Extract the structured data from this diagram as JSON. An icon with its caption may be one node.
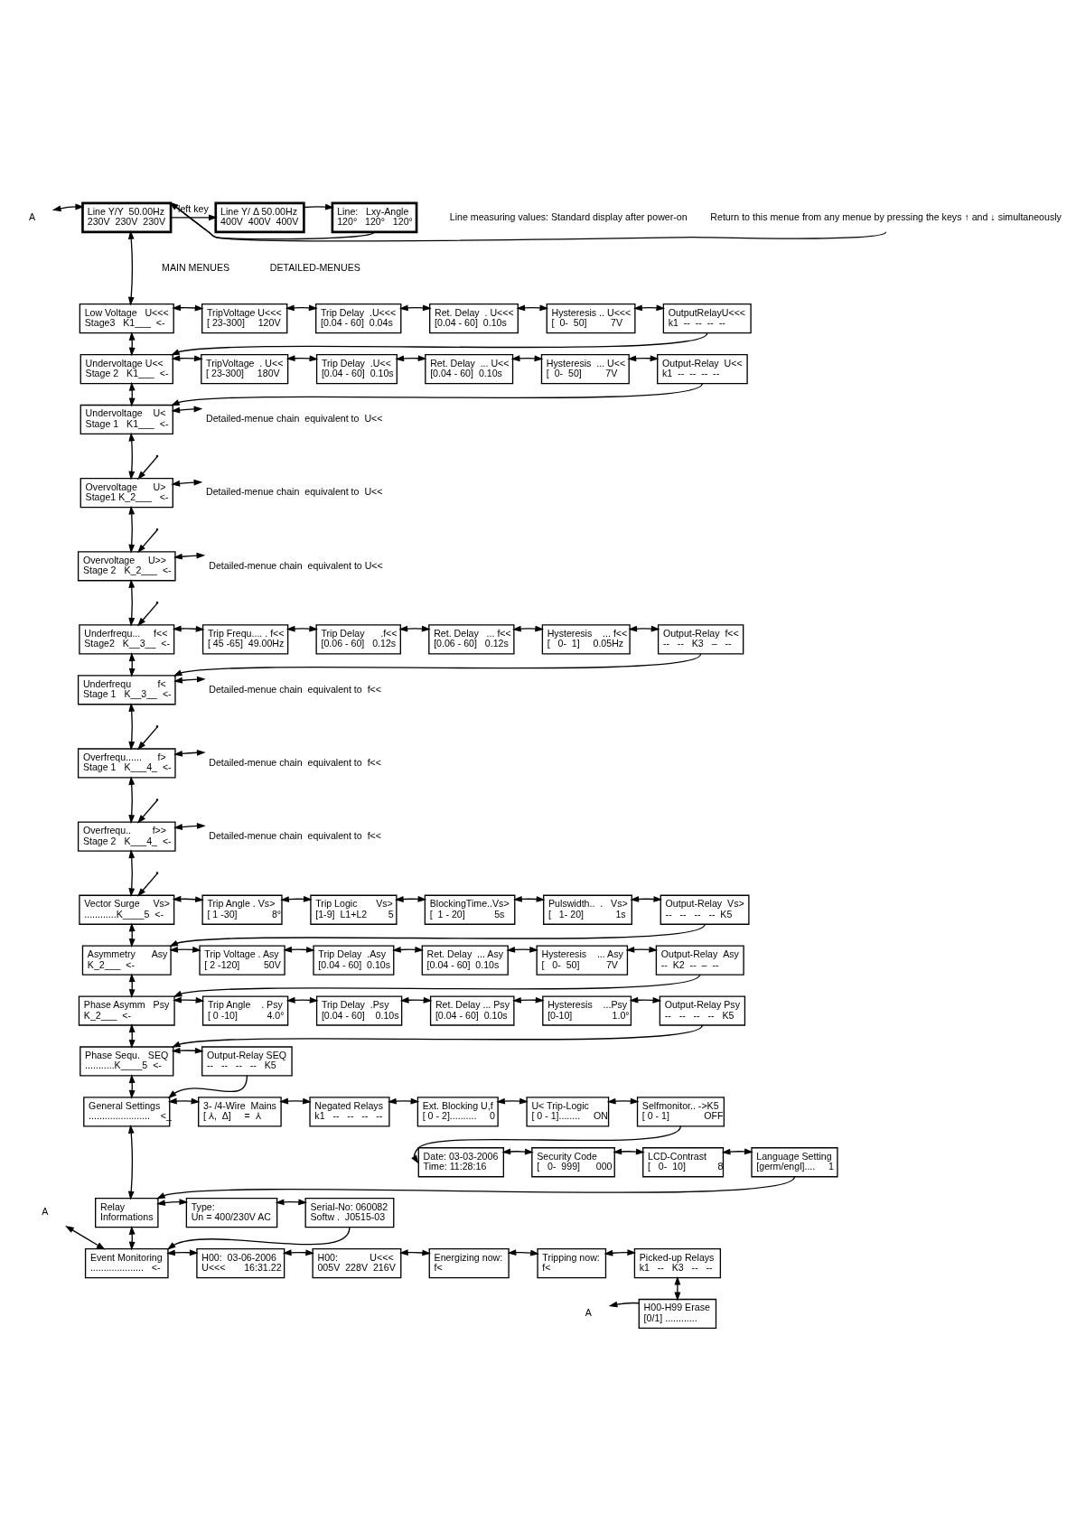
{
  "diagram": {
    "nodes": [
      {
        "text": [
          "A"
        ]
      },
      {
        "text": [
          "Return to this menue from any menue by pressing the keys ↑ and ↓ simultaneously"
        ]
      },
      {
        "text": [
          "Line Y/Y  50.00Hz",
          "230V  230V  230V"
        ]
      },
      {
        "text": [
          "Line Y/ Δ 50.00Hz",
          "400V  400V  400V"
        ]
      },
      {
        "text": [
          "Line:   Lxy-Angle",
          "120°   120°   120°"
        ]
      },
      {
        "text": [
          "Low Voltage   U<<<",
          "Stage3   K1___  <-"
        ]
      },
      {
        "text": [
          "TripVoltage U<<<",
          "[ 23-300]     120V"
        ]
      },
      {
        "text": [
          "Trip Delay  .U<<<",
          "[0.04 - 60]  0.04s"
        ]
      },
      {
        "text": [
          "Ret. Delay  . U<<<",
          "[0.04 - 60]  0.10s"
        ]
      },
      {
        "text": [
          "Hysteresis .. U<<<",
          "[  0-  50]         7V"
        ]
      },
      {
        "text": [
          "OutputRelayU<<<",
          "k1  --  --  --  --"
        ]
      },
      {
        "text": [
          "Undervoltage U<<",
          "Stage 2   K1___  <-"
        ]
      },
      {
        "text": [
          "TripVoltage  . U<<",
          "[ 23-300]     180V"
        ]
      },
      {
        "text": [
          "Trip Delay  .U<<",
          "[0.04 - 60]  0.10s"
        ]
      },
      {
        "text": [
          "Ret. Delay  ... U<<",
          "[0.04 - 60]  0.10s"
        ]
      },
      {
        "text": [
          "Hysteresis  ... U<<",
          "[  0-  50]         7V"
        ]
      },
      {
        "text": [
          "Output-Relay  U<<",
          "k1  --  --  --  --"
        ]
      },
      {
        "text": [
          "Undervoltage    U<",
          "Stage 1   K1___  <-"
        ]
      },
      {
        "text": [
          "Detailed-menue chain  equivalent to  U<<"
        ]
      },
      {
        "text": [
          "Overvoltage      U>",
          "Stage1 K_2___   <-"
        ]
      },
      {
        "text": [
          "Detailed-menue chain  equivalent to  U<<"
        ]
      },
      {
        "text": [
          "Overvoltage     U>>",
          "Stage 2   K_2___  <-"
        ]
      },
      {
        "text": [
          "Detailed-menue chain  equivalent to U<<"
        ]
      },
      {
        "text": [
          "Underfrequ...     f<<",
          "Stage2   K__3__  <-"
        ]
      },
      {
        "text": [
          "Trip Frequ.... . f<<",
          "[ 45 -65]  49.00Hz"
        ]
      },
      {
        "text": [
          "Trip Delay      .f<<",
          "[0.06 - 60]   0.12s"
        ]
      },
      {
        "text": [
          "Ret. Delay   ... f<<",
          "[0.06 - 60]   0.12s"
        ]
      },
      {
        "text": [
          "Hysteresis    ... f<<",
          "[   0-  1]     0.05Hz"
        ]
      },
      {
        "text": [
          "Output-Relay  f<<",
          "--   --   K3   –   --"
        ]
      },
      {
        "text": [
          "Underfrequ          f<",
          "Stage 1   K__3__  <-"
        ]
      },
      {
        "text": [
          "Detailed-menue chain  equivalent to  f<<"
        ]
      },
      {
        "text": [
          "Overfrequ......      f>",
          "Stage 1   K___4_  <-"
        ]
      },
      {
        "text": [
          "Detailed-menue chain  equivalent to  f<<"
        ]
      },
      {
        "text": [
          "Overfrequ..        f>>",
          "Stage 2   K___4_  <-"
        ]
      },
      {
        "text": [
          "Detailed-menue chain  equivalent to  f<<"
        ]
      },
      {
        "text": [
          "Vector Surge     Vs>",
          "............K____5  <-"
        ]
      },
      {
        "text": [
          "Trip Angle . Vs>",
          "[ 1 -30]             8°"
        ]
      },
      {
        "text": [
          "Trip Logic       Vs>",
          "[1-9]  L1+L2        5"
        ]
      },
      {
        "text": [
          "BlockingTime..Vs>",
          "[  1 - 20]           5s"
        ]
      },
      {
        "text": [
          "Pulswidth..  .   Vs>",
          "[   1- 20]            1s"
        ]
      },
      {
        "text": [
          "Output-Relay  Vs>",
          "--   --   --   --  K5"
        ]
      },
      {
        "text": [
          "Asymmetry      Asy",
          "K_2___  <-"
        ]
      },
      {
        "text": [
          "Trip Voltage . Asy",
          "[ 2 -120]         50V"
        ]
      },
      {
        "text": [
          "Trip Delay  .Asy",
          "[0.04 - 60]  0.10s"
        ]
      },
      {
        "text": [
          "Ret. Delay  ... Asy",
          "[0.04 - 60]  0.10s"
        ]
      },
      {
        "text": [
          "Hysteresis    ... Asy",
          "[   0-  50]          7V"
        ]
      },
      {
        "text": [
          "Output-Relay  Asy",
          "--  K2  --  –  --"
        ]
      },
      {
        "text": [
          "Phase Asymm   Psy",
          "K_2___  <-"
        ]
      },
      {
        "text": [
          "Trip Angle    . Psy",
          "[ 0 -10]           4.0°"
        ]
      },
      {
        "text": [
          "Trip Delay  .Psy",
          "[0.04 - 60]    0.10s"
        ]
      },
      {
        "text": [
          "Ret. Delay ... Psy",
          "[0.04 - 60]  0.10s"
        ]
      },
      {
        "text": [
          "Hysteresis    ...Psy",
          "[0-10]               1.0°"
        ]
      },
      {
        "text": [
          "Output-Relay Psy",
          "--   --   --   --   K5"
        ]
      },
      {
        "text": [
          "Phase Sequ.   SEQ",
          "...........K____5  <-"
        ]
      },
      {
        "text": [
          "Output-Relay SEQ",
          "--   --   --   --   K5"
        ]
      },
      {
        "text": [
          "General Settings",
          ".......................    <_"
        ]
      },
      {
        "text": [
          "3- /4-Wire  Mains",
          "[ ⅄,  Δ]     =  ⅄"
        ]
      },
      {
        "text": [
          "Negated Relays",
          "k1   --   --   --   --"
        ]
      },
      {
        "text": [
          "Ext. Blocking U,f",
          "[ 0 - 2]..........     0"
        ]
      },
      {
        "text": [
          "U< Trip-Logic",
          "[ 0 - 1]........     ON"
        ]
      },
      {
        "text": [
          "Selfmonitor.. ->K5",
          "[ 0 - 1]             OFF"
        ]
      },
      {
        "text": [
          "Date: 03-03-2006",
          "Time: 11:28:16"
        ]
      },
      {
        "text": [
          "Security Code",
          "[   0-  999]      000"
        ]
      },
      {
        "text": [
          "LCD-Contrast",
          "[   0-  10]            8"
        ]
      },
      {
        "text": [
          "Language Setting",
          "[germ/engl]....     1"
        ]
      },
      {
        "text": [
          "A"
        ]
      },
      {
        "text": [
          "Relay",
          "Informations"
        ]
      },
      {
        "text": [
          "Type:",
          "Un = 400/230V AC"
        ]
      },
      {
        "text": [
          "Serial-No: 060082",
          "Softw .  J0515-03"
        ]
      },
      {
        "text": [
          "Event Monitoring",
          "....................   <-"
        ]
      },
      {
        "text": [
          "H00:  03-06-2006",
          "U<<<       16:31.22"
        ]
      },
      {
        "text": [
          "H00:            U<<<",
          "005V  228V  216V"
        ]
      },
      {
        "text": [
          "Energizing now:",
          "f<"
        ]
      },
      {
        "text": [
          "Tripping now:",
          "f<"
        ]
      },
      {
        "text": [
          "Picked-up Relays",
          "k1   --   K3   --   --"
        ]
      },
      {
        "text": [
          "A"
        ]
      },
      {
        "text": [
          "H00-H99 Erase",
          "[0/1] ............"
        ]
      }
    ],
    "edges": [
      {
        "from": 0,
        "to": 2,
        "arrow": "both"
      },
      {
        "from": 1,
        "to": 2,
        "arrow": "to"
      },
      {
        "from": 2,
        "to": 3,
        "arrow": "to",
        "label": "left key"
      },
      {
        "from": 3,
        "to": 4,
        "arrow": "to"
      },
      {
        "from": 4,
        "to": 2,
        "arrow": "to"
      },
      {
        "from": 2,
        "to": 5,
        "arrow": "both"
      },
      {
        "from": 5,
        "to": 6,
        "arrow": "both"
      },
      {
        "from": 6,
        "to": 7,
        "arrow": "both"
      },
      {
        "from": 7,
        "to": 8,
        "arrow": "both"
      },
      {
        "from": 8,
        "to": 9,
        "arrow": "both"
      },
      {
        "from": 9,
        "to": 10,
        "arrow": "both"
      },
      {
        "from": 10,
        "to": 11,
        "arrow": "to"
      },
      {
        "from": 5,
        "to": 11,
        "arrow": "both"
      },
      {
        "from": 11,
        "to": 12,
        "arrow": "both"
      },
      {
        "from": 12,
        "to": 13,
        "arrow": "both"
      },
      {
        "from": 13,
        "to": 14,
        "arrow": "both"
      },
      {
        "from": 14,
        "to": 15,
        "arrow": "both"
      },
      {
        "from": 15,
        "to": 16,
        "arrow": "both"
      },
      {
        "from": 16,
        "to": 17,
        "arrow": "to"
      },
      {
        "from": 11,
        "to": 17,
        "arrow": "both"
      },
      {
        "from": 17,
        "to": 18,
        "arrow": "both"
      },
      {
        "from": null,
        "to": 19,
        "arrow": "to"
      },
      {
        "from": 17,
        "to": 19,
        "arrow": "both"
      },
      {
        "from": 19,
        "to": 20,
        "arrow": "both"
      },
      {
        "from": null,
        "to": 21,
        "arrow": "to"
      },
      {
        "from": 19,
        "to": 21,
        "arrow": "both"
      },
      {
        "from": 21,
        "to": 22,
        "arrow": "both"
      },
      {
        "from": null,
        "to": 23,
        "arrow": "to"
      },
      {
        "from": 21,
        "to": 23,
        "arrow": "both"
      },
      {
        "from": 23,
        "to": 24,
        "arrow": "both"
      },
      {
        "from": 24,
        "to": 25,
        "arrow": "both"
      },
      {
        "from": 25,
        "to": 26,
        "arrow": "both"
      },
      {
        "from": 26,
        "to": 27,
        "arrow": "both"
      },
      {
        "from": 27,
        "to": 28,
        "arrow": "both"
      },
      {
        "from": 28,
        "to": 29,
        "arrow": "to"
      },
      {
        "from": 23,
        "to": 29,
        "arrow": "both"
      },
      {
        "from": 29,
        "to": 30,
        "arrow": "both"
      },
      {
        "from": null,
        "to": 31,
        "arrow": "to"
      },
      {
        "from": 29,
        "to": 31,
        "arrow": "both"
      },
      {
        "from": 31,
        "to": 32,
        "arrow": "both"
      },
      {
        "from": null,
        "to": 33,
        "arrow": "to"
      },
      {
        "from": 31,
        "to": 33,
        "arrow": "both"
      },
      {
        "from": 33,
        "to": 34,
        "arrow": "both"
      },
      {
        "from": null,
        "to": 35,
        "arrow": "to"
      },
      {
        "from": 33,
        "to": 35,
        "arrow": "both"
      },
      {
        "from": 35,
        "to": 36,
        "arrow": "both"
      },
      {
        "from": 36,
        "to": 37,
        "arrow": "both"
      },
      {
        "from": 37,
        "to": 38,
        "arrow": "both"
      },
      {
        "from": 38,
        "to": 39,
        "arrow": "both"
      },
      {
        "from": 39,
        "to": 40,
        "arrow": "both"
      },
      {
        "from": 40,
        "to": 41,
        "arrow": "to"
      },
      {
        "from": 35,
        "to": 41,
        "arrow": "both"
      },
      {
        "from": 41,
        "to": 42,
        "arrow": "both"
      },
      {
        "from": 42,
        "to": 43,
        "arrow": "both"
      },
      {
        "from": 43,
        "to": 44,
        "arrow": "both"
      },
      {
        "from": 44,
        "to": 45,
        "arrow": "both"
      },
      {
        "from": 45,
        "to": 46,
        "arrow": "both"
      },
      {
        "from": 46,
        "to": 47,
        "arrow": "to"
      },
      {
        "from": 41,
        "to": 47,
        "arrow": "both"
      },
      {
        "from": 47,
        "to": 48,
        "arrow": "both"
      },
      {
        "from": 48,
        "to": 49,
        "arrow": "both"
      },
      {
        "from": 49,
        "to": 50,
        "arrow": "both"
      },
      {
        "from": 50,
        "to": 51,
        "arrow": "both"
      },
      {
        "from": 51,
        "to": 52,
        "arrow": "both"
      },
      {
        "from": 52,
        "to": 53,
        "arrow": "to"
      },
      {
        "from": 47,
        "to": 53,
        "arrow": "both"
      },
      {
        "from": 53,
        "to": 54,
        "arrow": "both"
      },
      {
        "from": 54,
        "to": 55,
        "arrow": "to"
      },
      {
        "from": 53,
        "to": 55,
        "arrow": "both"
      },
      {
        "from": 55,
        "to": 56,
        "arrow": "both"
      },
      {
        "from": 56,
        "to": 57,
        "arrow": "both"
      },
      {
        "from": 57,
        "to": 58,
        "arrow": "both"
      },
      {
        "from": 58,
        "to": 59,
        "arrow": "both"
      },
      {
        "from": 59,
        "to": 60,
        "arrow": "both"
      },
      {
        "from": 60,
        "to": 61,
        "arrow": "to"
      },
      {
        "from": 61,
        "to": 62,
        "arrow": "both"
      },
      {
        "from": 62,
        "to": 63,
        "arrow": "both"
      },
      {
        "from": 63,
        "to": 64,
        "arrow": "both"
      },
      {
        "from": 64,
        "to": 66,
        "arrow": "to"
      },
      {
        "from": 55,
        "to": 66,
        "arrow": "both"
      },
      {
        "from": 66,
        "to": 67,
        "arrow": "both"
      },
      {
        "from": 67,
        "to": 68,
        "arrow": "both"
      },
      {
        "from": 68,
        "to": 69,
        "arrow": "to"
      },
      {
        "from": 66,
        "to": 69,
        "arrow": "both"
      },
      {
        "from": 65,
        "to": 69,
        "arrow": "both"
      },
      {
        "from": 69,
        "to": 70,
        "arrow": "both"
      },
      {
        "from": 70,
        "to": 71,
        "arrow": "both"
      },
      {
        "from": 71,
        "to": 72,
        "arrow": "both"
      },
      {
        "from": 72,
        "to": 73,
        "arrow": "both"
      },
      {
        "from": 73,
        "to": 74,
        "arrow": "both"
      },
      {
        "from": 74,
        "to": 76,
        "arrow": "both"
      },
      {
        "from": 76,
        "to": 75,
        "arrow": "to"
      }
    ],
    "labels": [
      "Line measuring values: Standard display after power-on",
      "MAIN MENUES",
      "DETAILED-MENUES"
    ]
  }
}
